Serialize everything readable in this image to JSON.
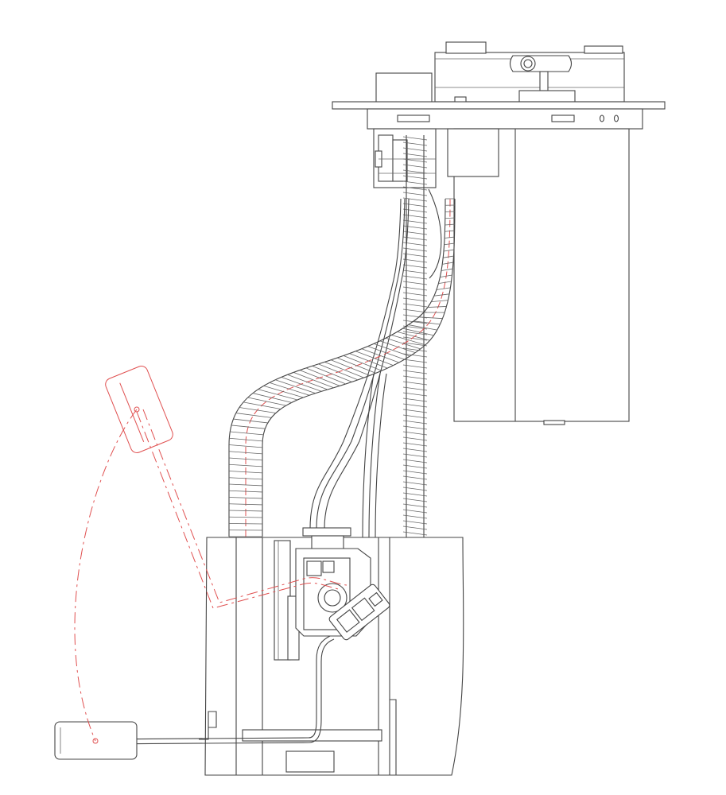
{
  "diagram": {
    "kind": "technical line drawing",
    "subject_parts": [
      "flange-plate",
      "top-cap",
      "outlet-nipple",
      "electrical-connector",
      "filter-canister",
      "corrugated-hose",
      "spring-guide-rod",
      "wire-harness",
      "reservoir-bucket",
      "pump-assembly",
      "float-arm",
      "float-upper-position",
      "float-lower-position",
      "float-swing-arc"
    ],
    "colors": {
      "line": "#444444",
      "alternate-position": "#e05050",
      "background": "#ffffff"
    },
    "labels": []
  }
}
